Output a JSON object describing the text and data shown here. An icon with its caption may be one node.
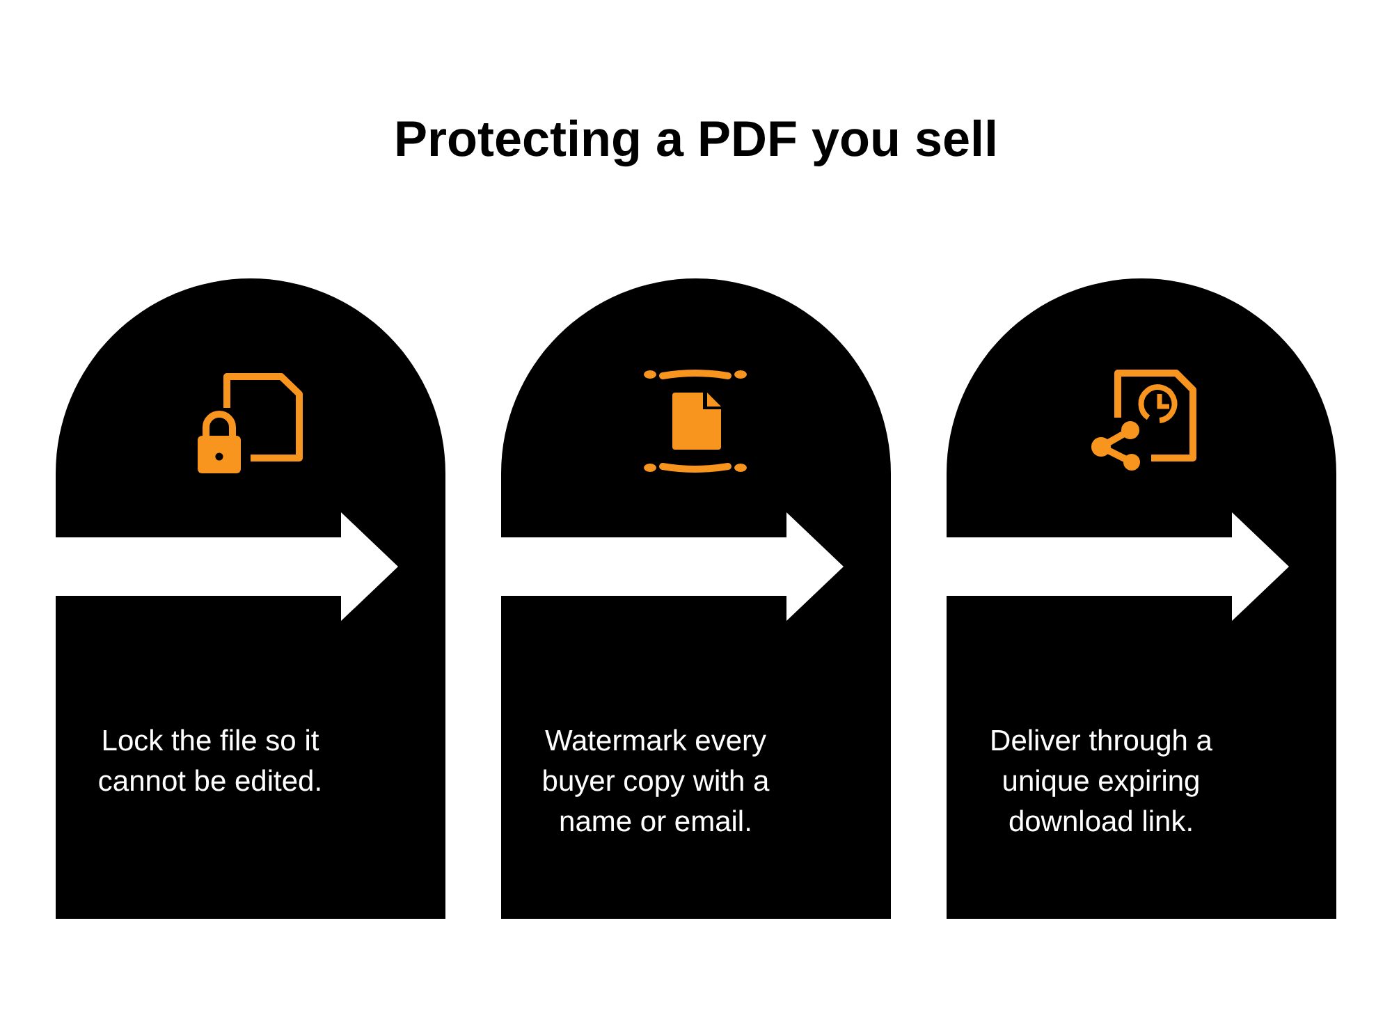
{
  "diagram": {
    "title": "Protecting a PDF you sell",
    "nodes": [
      {
        "text": [
          "Lock the file so it cannot be edited."
        ]
      },
      {
        "text": [
          "Watermark every buyer copy with a name or email."
        ]
      },
      {
        "text": [
          "Deliver through a unique expiring download link."
        ]
      }
    ]
  }
}
